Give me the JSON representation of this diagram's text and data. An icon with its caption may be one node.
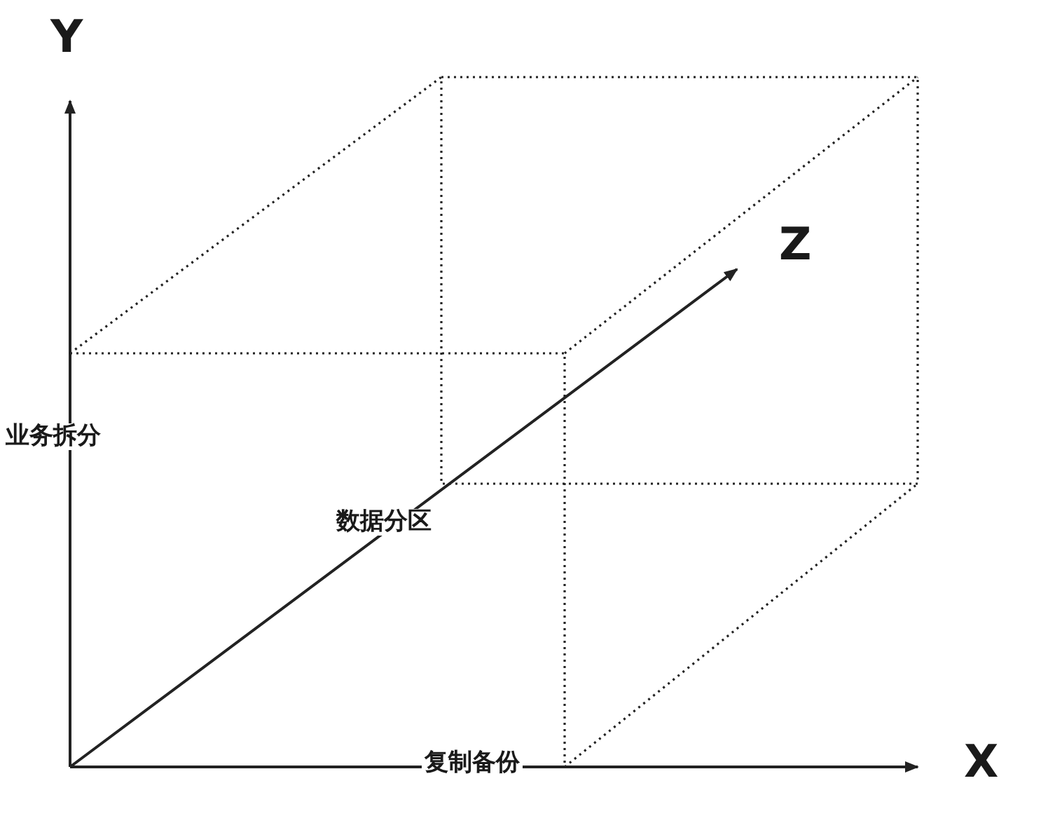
{
  "diagram": {
    "labels": [
      "Y",
      "Z",
      "业务拆分",
      "数据分区",
      "复制备份",
      "X"
    ]
  }
}
